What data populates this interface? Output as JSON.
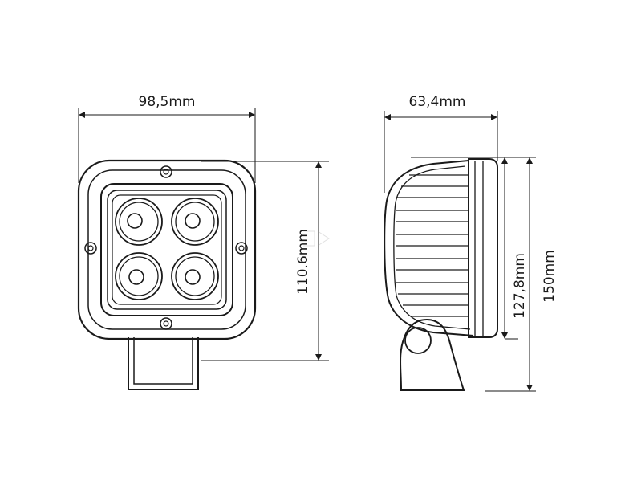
{
  "front_view": {
    "width_label": "98,5mm",
    "height_label": "110.6mm"
  },
  "side_view": {
    "depth_label": "63,4mm",
    "body_height_label": "127,8mm",
    "total_height_label": "150mm"
  },
  "colors": {
    "stroke": "#1a1a1a",
    "background": "#ffffff"
  }
}
